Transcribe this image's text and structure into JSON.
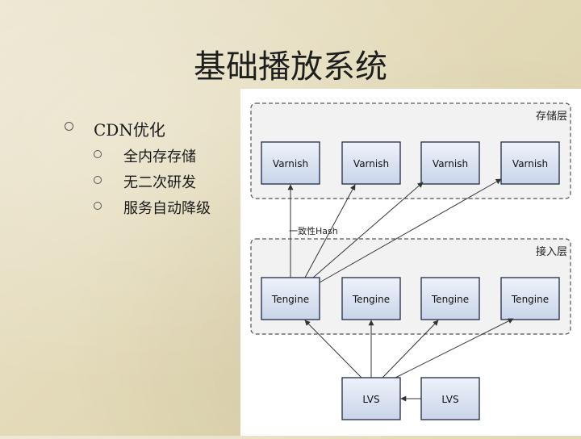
{
  "slide": {
    "title": "基础播放系统"
  },
  "bullets": {
    "main": "CDN优化",
    "subs": [
      "全内存存储",
      "无二次研发",
      "服务自动降级"
    ]
  },
  "diagram": {
    "storage_layer_label": "存储层",
    "access_layer_label": "接入层",
    "hash_label": "一致性Hash",
    "varnish_nodes": [
      "Varnish",
      "Varnish",
      "Varnish",
      "Varnish"
    ],
    "tengine_nodes": [
      "Tengine",
      "Tengine",
      "Tengine",
      "Tengine"
    ],
    "lvs_nodes": [
      "LVS",
      "LVS"
    ]
  },
  "colors": {
    "node_fill_top": "#eef2fa",
    "node_fill_bottom": "#c9d5ea",
    "node_border": "#1f2a44",
    "layer_fill": "#f2f2f2",
    "layer_border": "#555555"
  }
}
